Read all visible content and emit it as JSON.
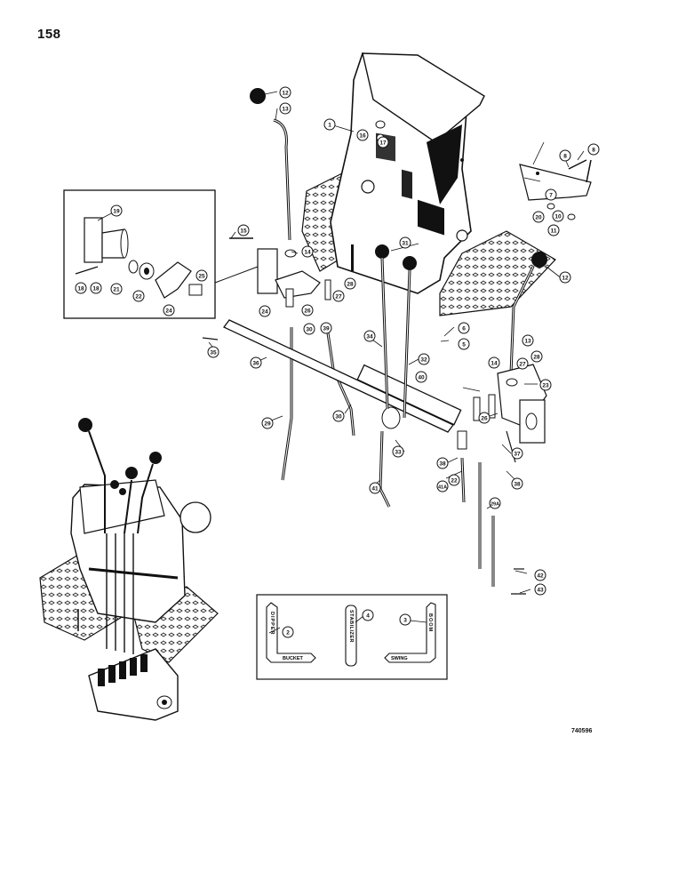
{
  "page": {
    "number": "158",
    "figure_code": "740596"
  },
  "callouts": {
    "c1": "1",
    "c2": "2",
    "c3": "3",
    "c4": "4",
    "c5": "5",
    "c6": "6",
    "c7": "7",
    "c8": "8",
    "c8b": "8",
    "c10": "10",
    "c11": "11",
    "c12a": "12",
    "c12b": "12",
    "c13a": "13",
    "c13b": "13",
    "c14a": "14",
    "c14b": "14",
    "c15": "15",
    "c16": "16",
    "c17": "17",
    "c18": "18",
    "c18b": "18",
    "c19": "19",
    "c20": "20",
    "c21": "21",
    "c22": "22",
    "c22b": "22",
    "c23": "23",
    "c24a": "24",
    "c24b": "24",
    "c25": "25",
    "c26a": "26",
    "c26b": "26",
    "c27a": "27",
    "c27b": "27",
    "c28a": "28",
    "c28b": "28",
    "c29": "29",
    "c30": "30",
    "c30b": "30",
    "c31": "31",
    "c32": "32",
    "c33": "33",
    "c34": "34",
    "c35": "35",
    "c36": "36",
    "c37": "37",
    "c38a": "38",
    "c38b": "38",
    "c39": "39",
    "c40": "40",
    "c41": "41",
    "c41a": "41A",
    "c29a": "29A",
    "c42": "42",
    "c43": "43"
  },
  "decal_panel": {
    "dipper": "DIPPER",
    "bucket": "BUCKET",
    "stabilizer": "STABILIZER",
    "boom": "BOOM",
    "swing": "SWING"
  }
}
